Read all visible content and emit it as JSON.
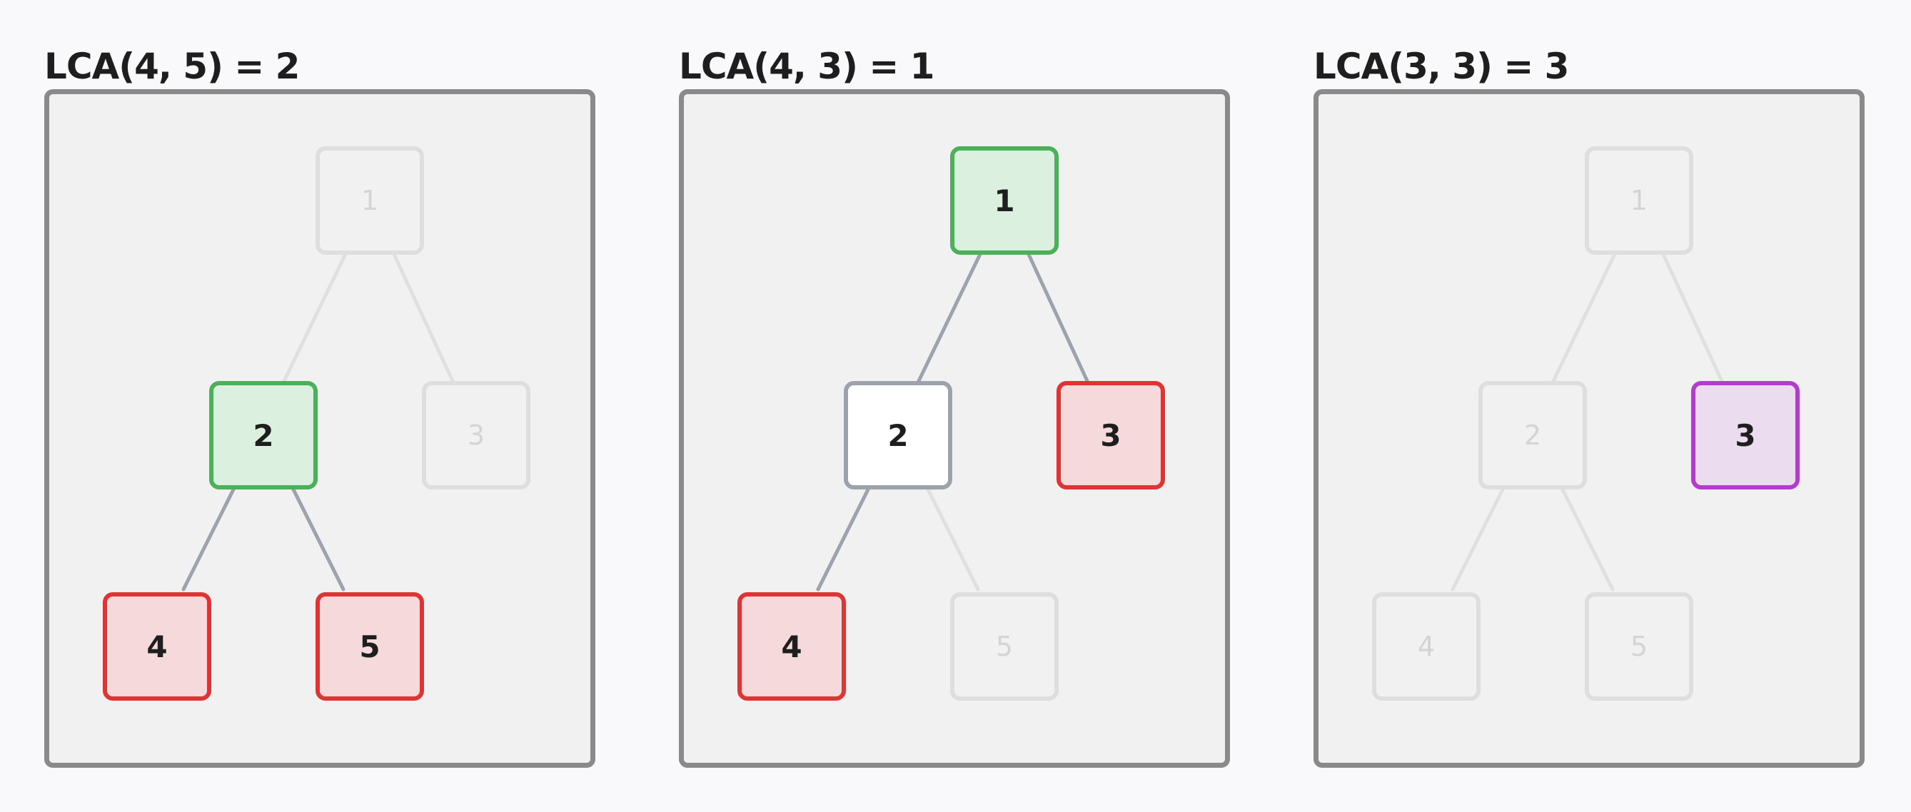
{
  "colors": {
    "background": "#f9f9fb",
    "panel_fill": "#f2f1f1",
    "panel_border": "#8a8a8a",
    "lca_node": "#4caf5a",
    "query_node": "#de3434",
    "self_lca_node": "#b23ccb",
    "path_node": "#9da3ad",
    "dimmed": "#dedede"
  },
  "panels": [
    {
      "title": "LCA(4, 5) = 2",
      "nodes": [
        {
          "label": "1",
          "state": "dim"
        },
        {
          "label": "2",
          "state": "green"
        },
        {
          "label": "3",
          "state": "dim"
        },
        {
          "label": "4",
          "state": "red"
        },
        {
          "label": "5",
          "state": "red"
        }
      ],
      "edges": [
        {
          "from": "1",
          "to": "2",
          "state": "dim"
        },
        {
          "from": "1",
          "to": "3",
          "state": "dim"
        },
        {
          "from": "2",
          "to": "4",
          "state": "active"
        },
        {
          "from": "2",
          "to": "5",
          "state": "active"
        }
      ]
    },
    {
      "title": "LCA(4, 3) = 1",
      "nodes": [
        {
          "label": "1",
          "state": "green"
        },
        {
          "label": "2",
          "state": "plain"
        },
        {
          "label": "3",
          "state": "red"
        },
        {
          "label": "4",
          "state": "red"
        },
        {
          "label": "5",
          "state": "dim"
        }
      ],
      "edges": [
        {
          "from": "1",
          "to": "2",
          "state": "active"
        },
        {
          "from": "1",
          "to": "3",
          "state": "active"
        },
        {
          "from": "2",
          "to": "4",
          "state": "active"
        },
        {
          "from": "2",
          "to": "5",
          "state": "dim"
        }
      ]
    },
    {
      "title": "LCA(3, 3) = 3",
      "nodes": [
        {
          "label": "1",
          "state": "dim"
        },
        {
          "label": "2",
          "state": "dim"
        },
        {
          "label": "3",
          "state": "purple"
        },
        {
          "label": "4",
          "state": "dim"
        },
        {
          "label": "5",
          "state": "dim"
        }
      ],
      "edges": [
        {
          "from": "1",
          "to": "2",
          "state": "dim"
        },
        {
          "from": "1",
          "to": "3",
          "state": "dim"
        },
        {
          "from": "2",
          "to": "4",
          "state": "dim"
        },
        {
          "from": "2",
          "to": "5",
          "state": "dim"
        }
      ]
    }
  ]
}
